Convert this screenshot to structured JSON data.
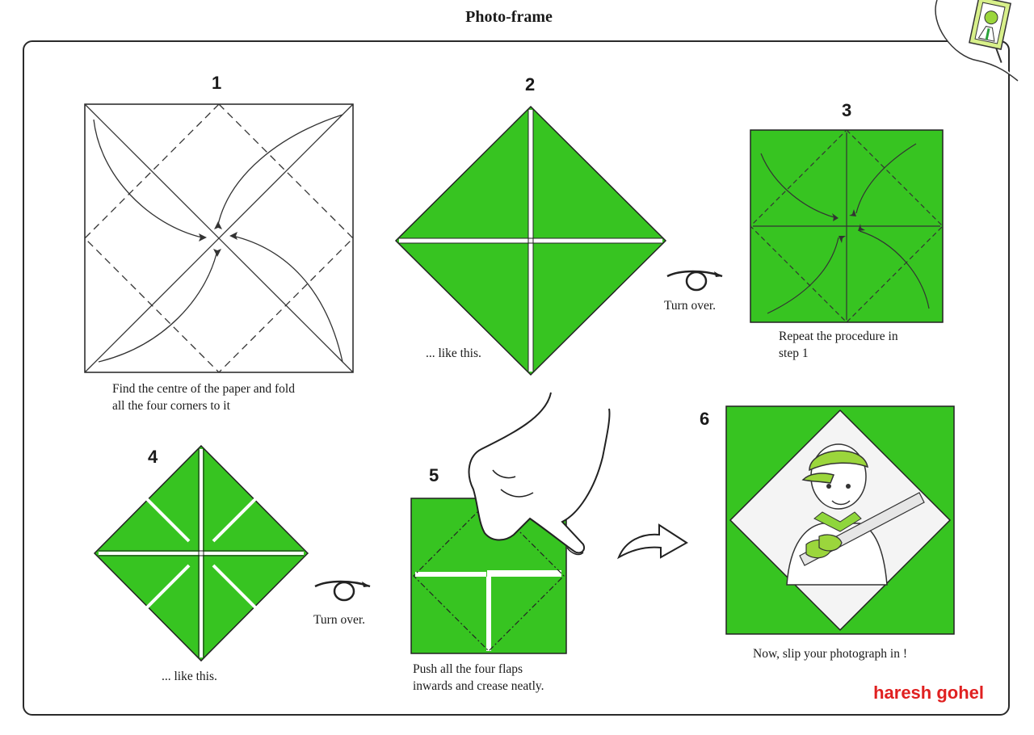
{
  "title": "Photo-frame",
  "colors": {
    "paper_green": "#37c421",
    "dark_green": "#2da81a",
    "credit_red": "#e02020"
  },
  "steps": [
    {
      "number": "1",
      "caption_line1": "Find the centre of the paper and fold",
      "caption_line2": "all the four corners to it"
    },
    {
      "number": "2",
      "caption": "... like this."
    },
    {
      "number": "3",
      "caption_line1": "Repeat the procedure in",
      "caption_line2": "step 1"
    },
    {
      "number": "4",
      "caption": "... like this."
    },
    {
      "number": "5",
      "caption_line1": "Push all the four flaps",
      "caption_line2": "inwards and crease neatly."
    },
    {
      "number": "6",
      "caption": "Now, slip your photograph in !"
    }
  ],
  "turn_over_label": "Turn over.",
  "credit": "haresh gohel",
  "icons": [
    "corner-photo-frame-icon",
    "turn-over-icon",
    "curved-arrow-icon",
    "hand-icon"
  ]
}
